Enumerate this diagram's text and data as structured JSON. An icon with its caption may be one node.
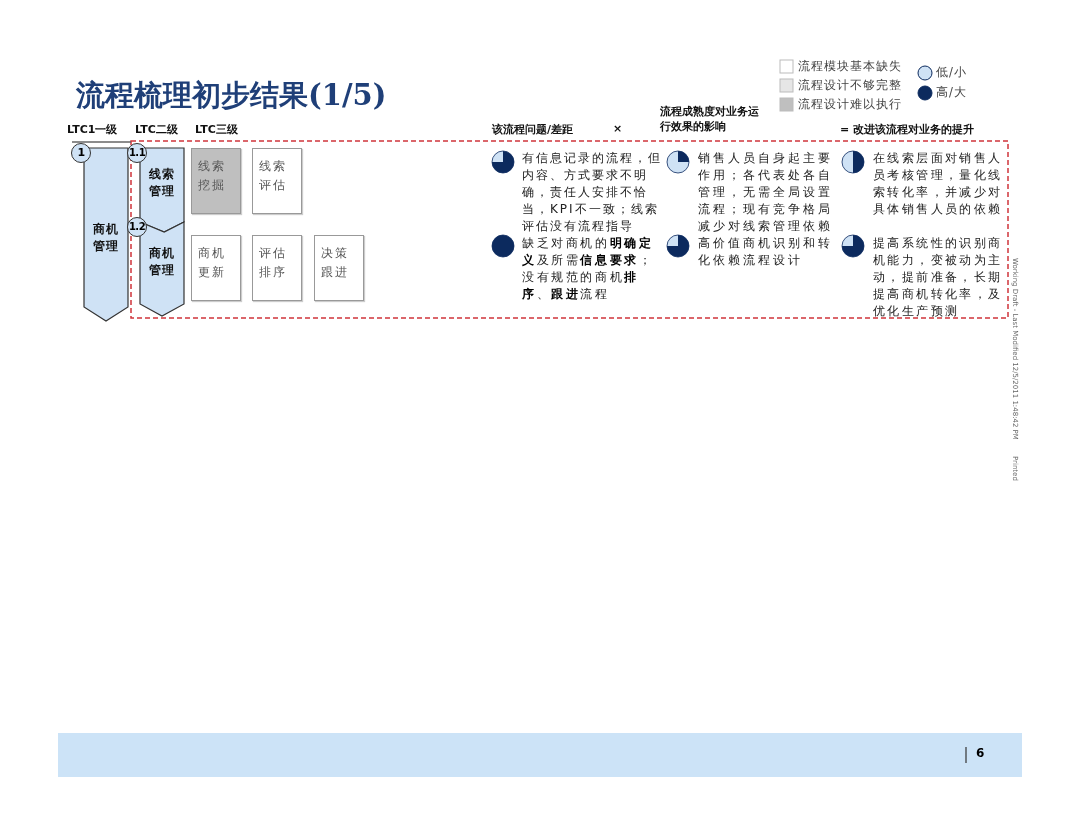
{
  "diagram": {
    "title": "流程梳理初步结果(1/5)",
    "nodes": [
      {
        "text": [
          "商机管理"
        ],
        "beside": [
          "1"
        ]
      },
      {
        "text": [
          "线索管理"
        ],
        "beside": [
          "1.1"
        ]
      },
      {
        "text": [
          "商机管理"
        ],
        "beside": [
          "1.2"
        ]
      },
      {
        "text": [
          "线索挖掘"
        ]
      },
      {
        "text": [
          "线索评估"
        ]
      },
      {
        "text": [
          "商机更新"
        ]
      },
      {
        "text": [
          "评估排序"
        ]
      },
      {
        "text": [
          "决策跟进"
        ]
      }
    ],
    "labels": [
      "LTC1一级",
      "LTC二级",
      "LTC三级",
      "该流程问题/差距",
      "×",
      "流程成熟度对业务运行效果的影响",
      "= 改进该流程对业务的提升",
      "有信息记录的流程，但内容、方式要求不明确，责任人安排不恰当，KPI不一致；线索评估没有流程指导",
      "缺乏对商机的**明确定义**及所需**信息要求**；没有规范的商机**排序**、**跟进**流程",
      "销售人员自身起主要作用；各代表处各自管理，无需全局设置流程；现有竞争格局减少对线索管理依赖",
      "高价值商机识别和转化依赖流程设计",
      "在线索层面对销售人员考核管理，量化线索转化率，并减少对具体销售人员的依赖",
      "提高系统性的识别商机能力，变被动为主动，提前准备，长期提高商机转化率，及优化生产预测",
      "Working Draft - Last Modified 12/5/2011 1:48:42 PM",
      "Printed",
      "6"
    ],
    "legend": [
      {
        "text": "流程模块基本缺失",
        "color": "#ffffff"
      },
      {
        "text": "流程设计不够完整",
        "color": "#e6e6e6"
      },
      {
        "text": "流程设计难以执行",
        "color": "#bfbfbf"
      },
      {
        "text": "低/小",
        "color": "#cfe2f5"
      },
      {
        "text": "高/大",
        "color": "#0c2a5e"
      }
    ]
  }
}
